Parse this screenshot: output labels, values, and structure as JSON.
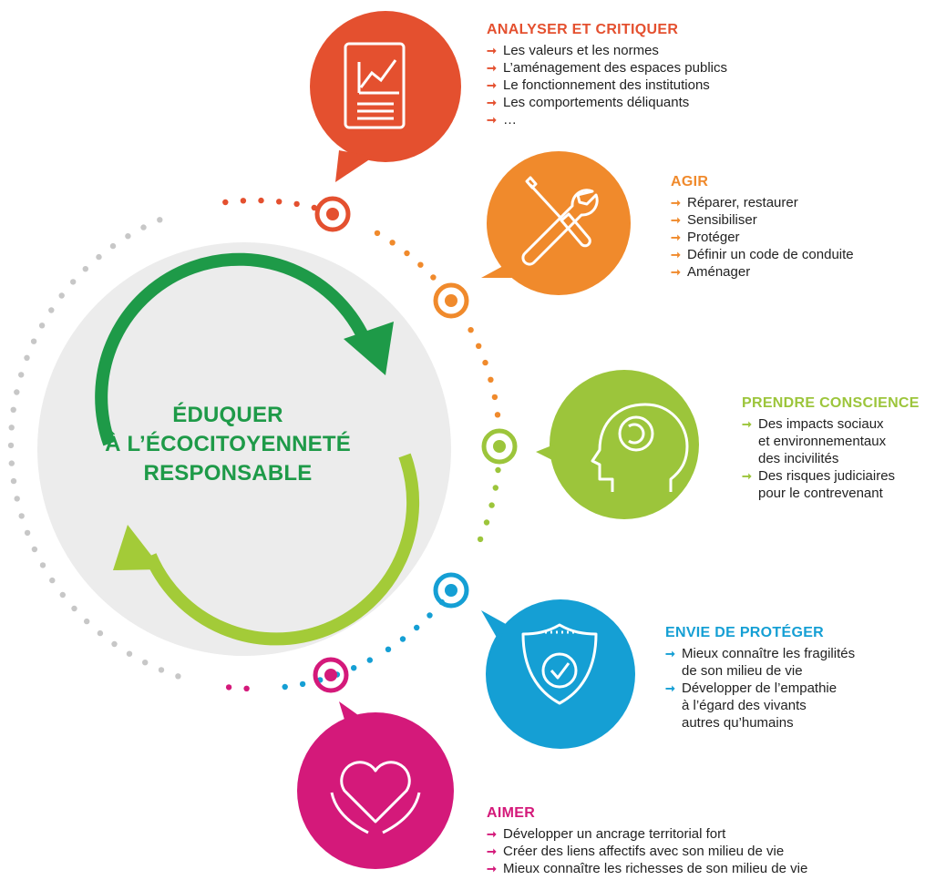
{
  "center": {
    "lines": [
      "ÉDUQUER",
      "À L’ÉCOCITOYENNETÉ",
      "RESPONSABLE"
    ]
  },
  "colors": {
    "analyser": "#e4502f",
    "agir": "#f08a2c",
    "prendre": "#9cc53b",
    "envie": "#159fd4",
    "aimer": "#d4197a",
    "green_dark": "#1e9a48",
    "green_light": "#a3cb38",
    "circle_bg": "#ececec",
    "dots_grey": "#c7c7c7"
  },
  "sections": [
    {
      "key": "analyser",
      "title": "ANALYSER ET CRITIQUER",
      "icon": "document-chart-icon",
      "items": [
        "Les valeurs et les normes",
        "L’aménagement des espaces publics",
        "Le fonctionnement des institutions",
        "Les comportements déliquants",
        "…"
      ]
    },
    {
      "key": "agir",
      "title": "AGIR",
      "icon": "tools-icon",
      "items": [
        "Réparer, restaurer",
        "Sensibiliser",
        "Protéger",
        "Définir un code de conduite",
        "Aménager"
      ]
    },
    {
      "key": "prendre",
      "title": "PRENDRE CONSCIENCE",
      "icon": "head-mind-icon",
      "items": [
        "Des impacts sociaux\net environnementaux\ndes incivilités",
        "Des risques judiciaires\npour le contrevenant"
      ]
    },
    {
      "key": "envie",
      "title": "ENVIE DE PROTÉGER",
      "icon": "shield-check-icon",
      "items": [
        "Mieux connaître les fragilités\nde son milieu de vie",
        "Développer de l’empathie\nà l’égard des vivants\nautres qu’humains"
      ]
    },
    {
      "key": "aimer",
      "title": "AIMER",
      "icon": "heart-hands-icon",
      "items": [
        "Développer un ancrage territorial fort",
        "Créer des liens affectifs avec son milieu de vie",
        "Mieux connaître les richesses de son milieu de vie"
      ]
    }
  ]
}
